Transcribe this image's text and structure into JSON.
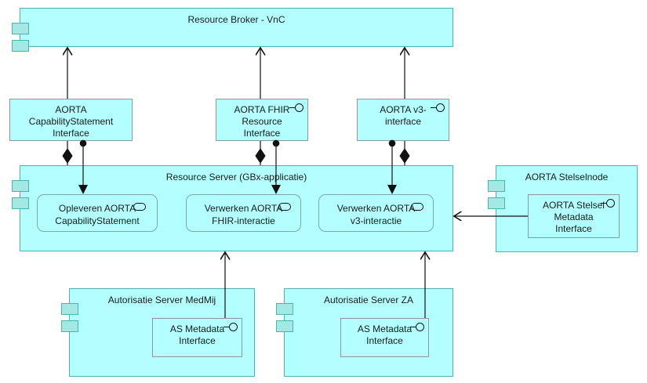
{
  "diagram": {
    "title": "AORTA Resource Broker component diagram",
    "colors": {
      "fill": "#b3ffff",
      "component_border": "#4bb3b3",
      "tab_fill": "#a3e8e3",
      "inner_border": "#8a9a9a",
      "line": "#111111",
      "background": "#ffffff"
    }
  },
  "components": {
    "resource_broker": {
      "label": "Resource Broker - VnC"
    },
    "resource_server": {
      "label": "Resource Server (GBx-applicatie)"
    },
    "stelselnode": {
      "label": "AORTA Stelselnode"
    },
    "autorisatie_medmij": {
      "label": "Autorisatie Server MedMij"
    },
    "autorisatie_za": {
      "label": "Autorisatie Server ZA"
    }
  },
  "interfaces": {
    "capability_statement": {
      "line1": "AORTA",
      "line2": "CapabilityStatement",
      "line3": "Interface"
    },
    "fhir_resource": {
      "line1": "AORTA FHIR",
      "line2": "Resource",
      "line3": "Interface"
    },
    "v3": {
      "line1": "AORTA v3-",
      "line2": "interface",
      "line3": ""
    },
    "stelsel_metadata": {
      "line1": "AORTA Stelsel",
      "line2": "Metadata",
      "line3": "Interface"
    },
    "as_metadata_medmij": {
      "line1": "AS Metadata",
      "line2": "Interface",
      "line3": ""
    },
    "as_metadata_za": {
      "line1": "AS Metadata",
      "line2": "Interface",
      "line3": ""
    }
  },
  "subcomponents": {
    "opleveren_capability": {
      "line1": "Opleveren AORTA",
      "line2": "CapabilityStatement"
    },
    "verwerken_fhir": {
      "line1": "Verwerken AORTA",
      "line2": "FHIR-interactie"
    },
    "verwerken_v3": {
      "line1": "Verwerken AORTA",
      "line2": "v3-interactie"
    }
  },
  "icons": {
    "provided_interface": "lollipop-icon",
    "realization": "pill-icon",
    "composition": "filled-diamond-icon",
    "usage_arrow": "open-arrowhead-icon"
  }
}
